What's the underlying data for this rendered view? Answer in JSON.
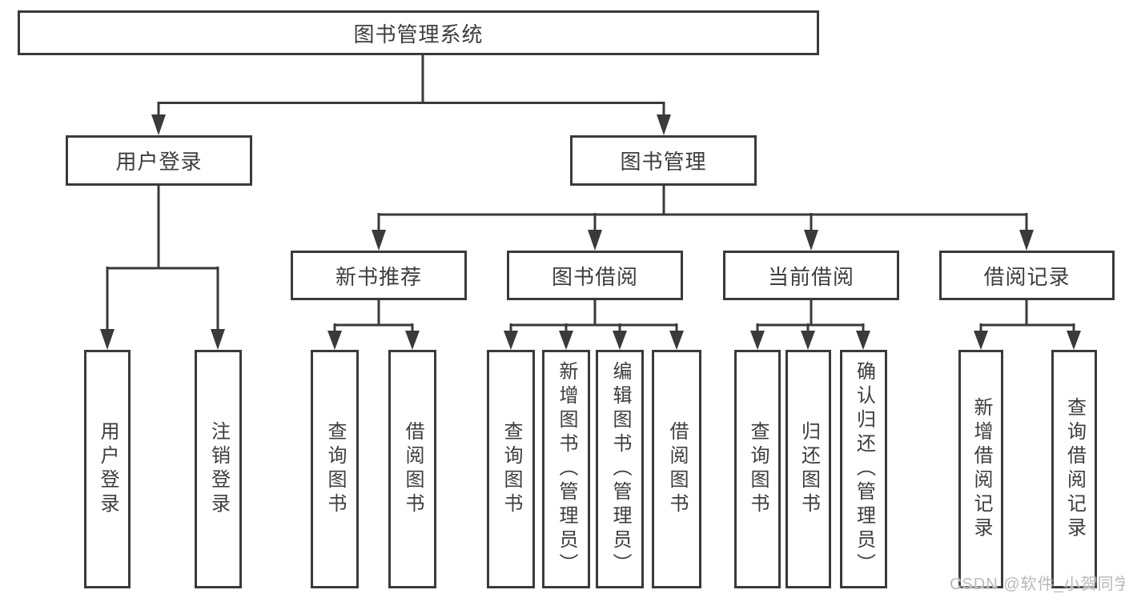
{
  "tree": {
    "label": "图书管理系统",
    "children": [
      {
        "label": "用户登录",
        "children": [
          {
            "label": "用户登录"
          },
          {
            "label": "注销登录"
          }
        ]
      },
      {
        "label": "图书管理",
        "children": [
          {
            "label": "新书推荐",
            "children": [
              {
                "label": "查询图书"
              },
              {
                "label": "借阅图书"
              }
            ]
          },
          {
            "label": "图书借阅",
            "children": [
              {
                "label": "查询图书"
              },
              {
                "label": "新增图书（管理员）"
              },
              {
                "label": "编辑图书（管理员）"
              },
              {
                "label": "借阅图书"
              }
            ]
          },
          {
            "label": "当前借阅",
            "children": [
              {
                "label": "查询图书"
              },
              {
                "label": "归还图书"
              },
              {
                "label": "确认归还（管理员）"
              }
            ]
          },
          {
            "label": "借阅记录",
            "children": [
              {
                "label": "新增借阅记录"
              },
              {
                "label": "查询借阅记录"
              }
            ]
          }
        ]
      }
    ]
  },
  "watermark": {
    "text": "CSDN @软件_小贺同学"
  },
  "colors": {
    "line": "#3a3a3a",
    "text": "#3d3d3d",
    "background": "#ffffff",
    "watermark": "#b9b9b9"
  }
}
